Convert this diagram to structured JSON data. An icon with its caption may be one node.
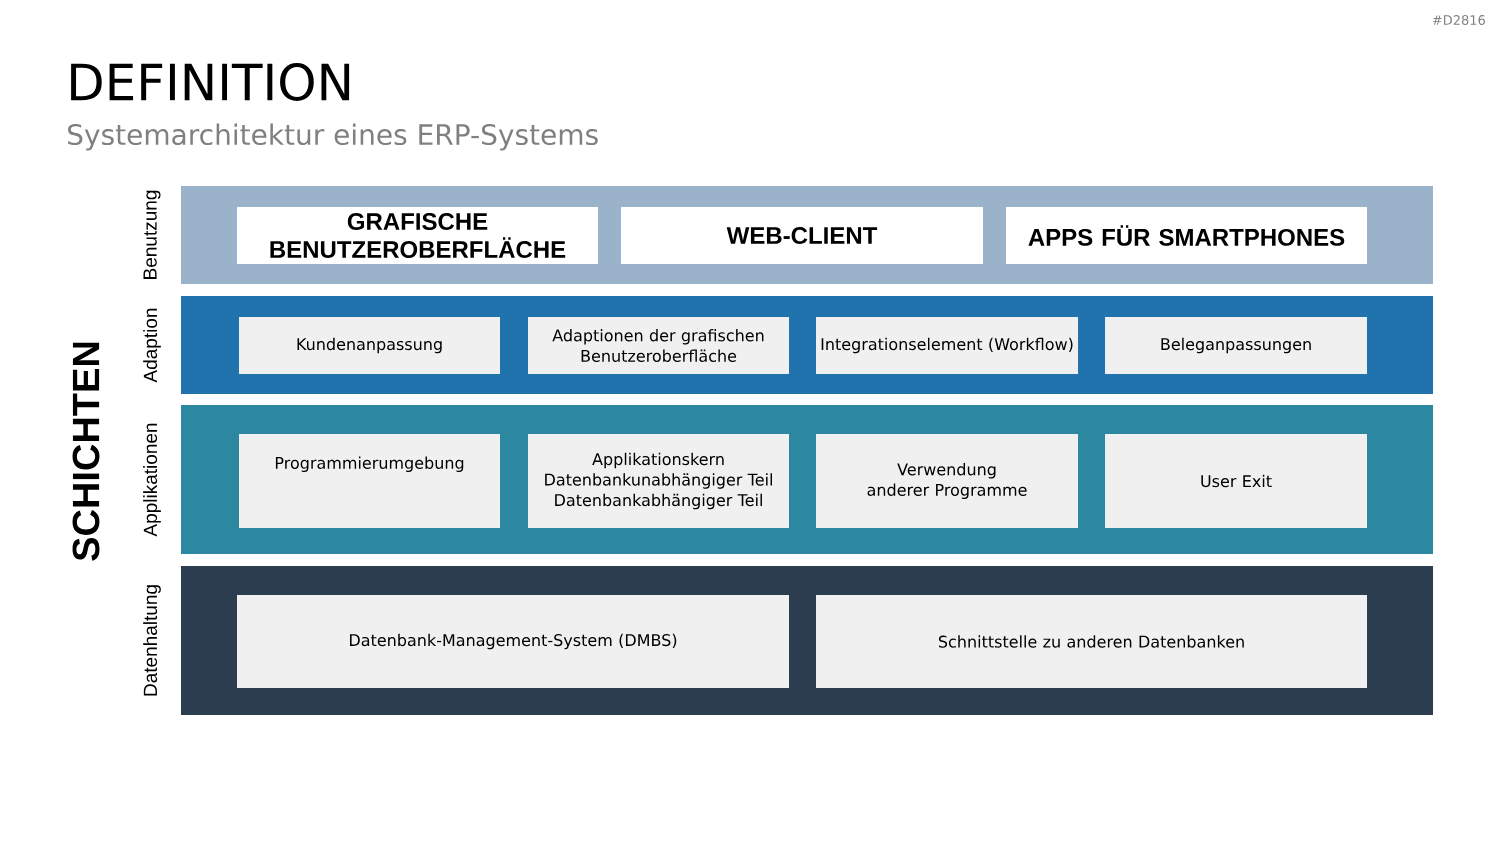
{
  "diagram": {
    "title": "DEFINITION",
    "nodes": [
      {
        "text": [
          "Benutzung"
        ]
      },
      {
        "text": [
          "GRAFISCHE BENUTZEROBERFLÄCHE"
        ],
        "in": 0
      },
      {
        "text": [
          "WEB-CLIENT"
        ],
        "in": 0
      },
      {
        "text": [
          "APPS FÜR SMARTPHONES"
        ],
        "in": 0
      },
      {
        "text": [
          "Adaption"
        ]
      },
      {
        "text": [
          "Kundenanpassung"
        ],
        "in": 4
      },
      {
        "text": [
          "Adaptionen der grafischen Benutzeroberfläche"
        ],
        "in": 4
      },
      {
        "text": [
          "Integrationselement (Workflow)"
        ],
        "in": 4
      },
      {
        "text": [
          "Beleganpassungen"
        ],
        "in": 4
      },
      {
        "text": [
          "Applikationen"
        ]
      },
      {
        "text": [
          "Programmierumgebung"
        ],
        "in": 9
      },
      {
        "text": [
          "Applikationskern",
          "Datenbankunabhängiger Teil",
          "Datenbankabhängiger Teil"
        ],
        "in": 9
      },
      {
        "text": [
          "Verwendung anderer Programme"
        ],
        "in": 9
      },
      {
        "text": [
          "User Exit"
        ],
        "in": 9
      },
      {
        "text": [
          "Datenhaltung"
        ]
      },
      {
        "text": [
          "Datenbank-Management-System (DMBS)"
        ],
        "in": 14
      },
      {
        "text": [
          "Schnittstelle zu anderen Datenbanken"
        ],
        "in": 14
      }
    ],
    "labels": [
      "#D2816",
      "Systemarchitektur eines ERP-Systems",
      "SCHICHTEN"
    ]
  }
}
